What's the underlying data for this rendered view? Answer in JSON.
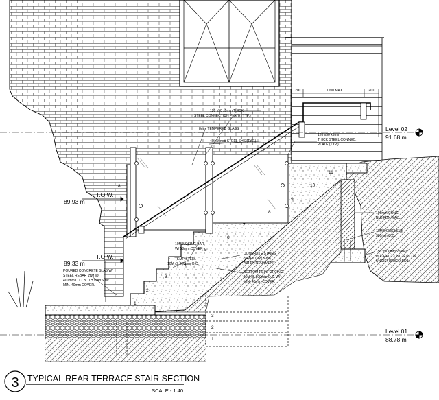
{
  "title_block": {
    "number": "3",
    "title": "TYPICAL REAR TERRACE STAIR SECTION",
    "scale": "SCALE - 1:40"
  },
  "levels": [
    {
      "name": "Level 02",
      "elevation": "91.68 m"
    },
    {
      "name": "Level 01",
      "elevation": "88.78 m"
    }
  ],
  "tow": [
    {
      "label": "T.O.W.",
      "elevation": "89.93 m"
    },
    {
      "label": "T.O.W.",
      "elevation": "89.33 m"
    }
  ],
  "dimensions": {
    "left": "200",
    "middle": "1200 MAX",
    "right": "200"
  },
  "notes": {
    "handrail": [
      "120 x50 x5mm THICK",
      "STEEL CONNECTION PLATE (TYP.)"
    ],
    "glass": "8mm TEMPERED GLASS",
    "post": "40 x50mm STEEL SHS (TYP.)",
    "connec_plate": [
      "120 x50 x5mm",
      "THICK STEEL CONNEC.",
      "PLATE (TYP.)"
    ],
    "nosing": [
      "10M NOSING BAR",
      "W/ 50mm COVER"
    ],
    "temp_steel": [
      "TEMP STEEL",
      "10M @ 300mm O.C."
    ],
    "slab": [
      "POURED CONCRETE SLAB W/",
      "STEEL REBAR 15M @",
      "400mm O.C. BOTH WAYS W/",
      "MIN. 40mm COVER."
    ],
    "stairs": [
      "CONCRETE STAIRS",
      "35MPa C/W 5-8%",
      "AIR ENTRAINMENT"
    ],
    "bottom": [
      "BOTTOM REINFORCING",
      "10M @ 300mm O.C. W/",
      "MIN. 40mm COVER."
    ],
    "fdn_wall": [
      "190mm CONC.",
      "BLK FDN WALL"
    ],
    "dowels": [
      "10M DOWELS @",
      "300mm O.C."
    ],
    "footing": [
      "150 x500mm 25MPa",
      "POURED CONC. FTG ON",
      "UNDISTURBED SOIL"
    ]
  },
  "steps": [
    "1",
    "2",
    "3",
    "4",
    "5",
    "6",
    "7",
    "8",
    "9",
    "10",
    "11"
  ],
  "lower_steps": [
    "3",
    "2",
    "1"
  ],
  "side_mark": "8"
}
